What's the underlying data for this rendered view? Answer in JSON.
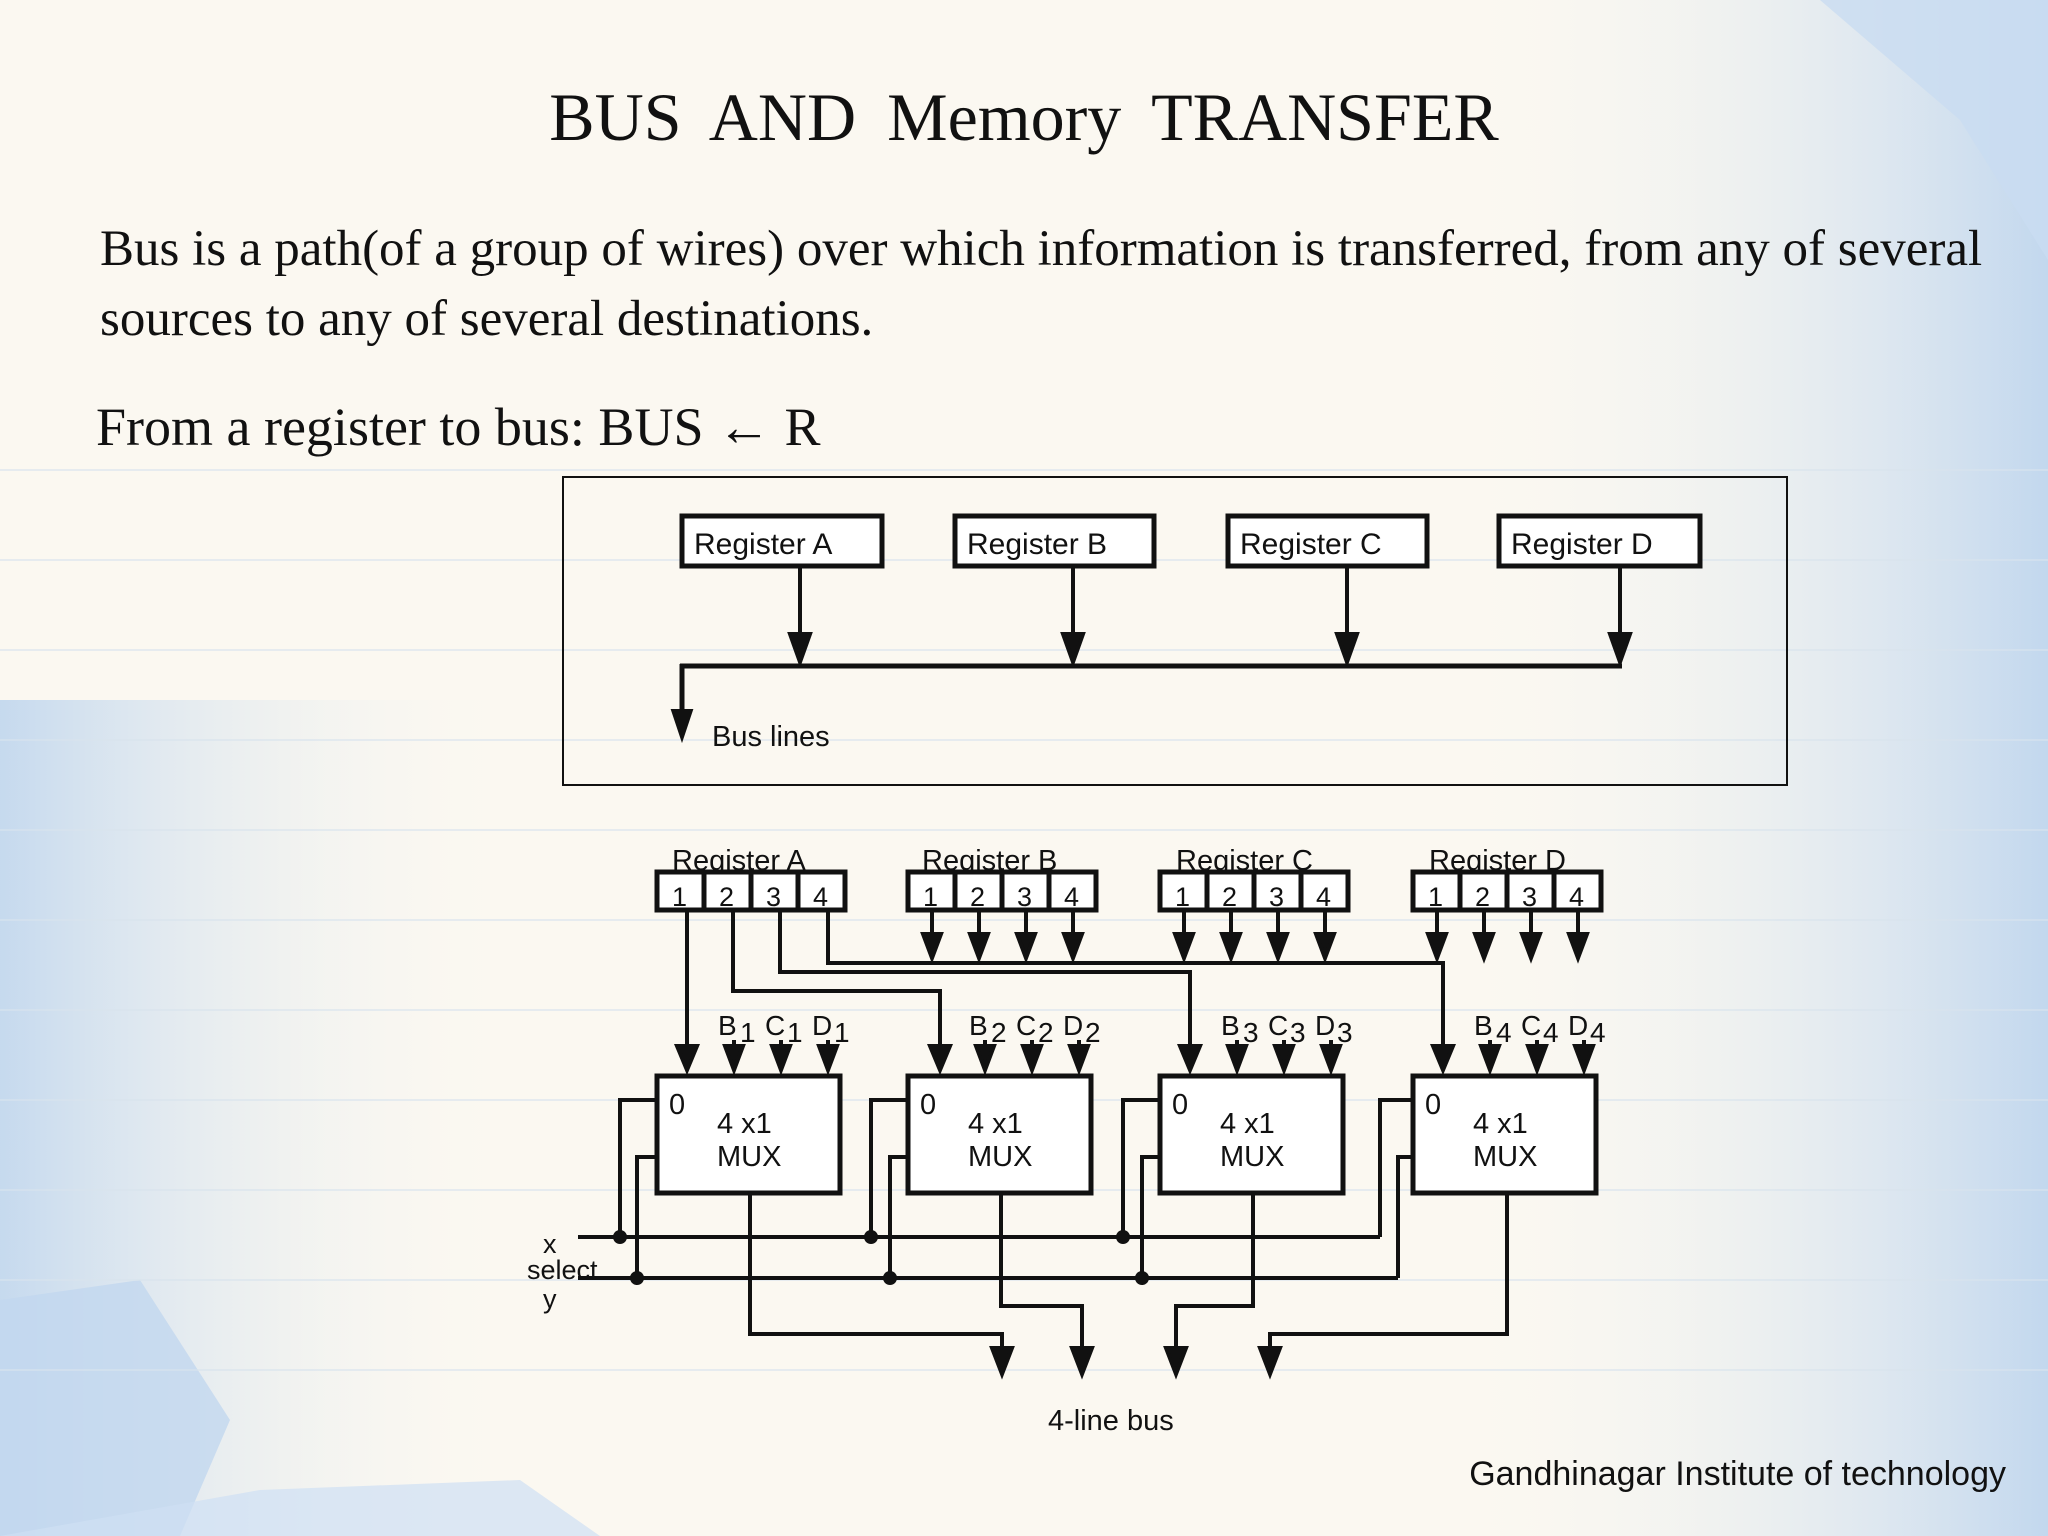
{
  "slide": {
    "title": "BUS  AND  Memory  TRANSFER",
    "paragraph": "Bus is a path(of a group of wires) over which information is transferred, from any of several sources to any of several destinations.",
    "subline": "From a register to bus: BUS ← R",
    "footer": "Gandhinagar Institute of technology"
  },
  "diagram_top": {
    "registers": [
      "Register A",
      "Register B",
      "Register C",
      "Register D"
    ],
    "bus_label": "Bus lines"
  },
  "diagram_bottom": {
    "registers": [
      "Register A",
      "Register B",
      "Register C",
      "Register D"
    ],
    "bit_labels": [
      "1",
      "2",
      "3",
      "4"
    ],
    "mux_inputs": [
      [
        "B",
        "1",
        "C",
        "1",
        "D",
        "1"
      ],
      [
        "B",
        "2",
        "C",
        "2",
        "D",
        "2"
      ],
      [
        "B",
        "3",
        "C",
        "3",
        "D",
        "3"
      ],
      [
        "B",
        "4",
        "C",
        "4",
        "D",
        "4"
      ]
    ],
    "mux_zero": "0",
    "mux_line1": "4 x1",
    "mux_line2": "MUX",
    "select_x": "x",
    "select_label": "select",
    "select_y": "y",
    "bus_label": "4-line bus"
  },
  "colors": {
    "background": "#fbf8f1",
    "decor_blue": "#cfe0f3",
    "ink": "#111111"
  }
}
